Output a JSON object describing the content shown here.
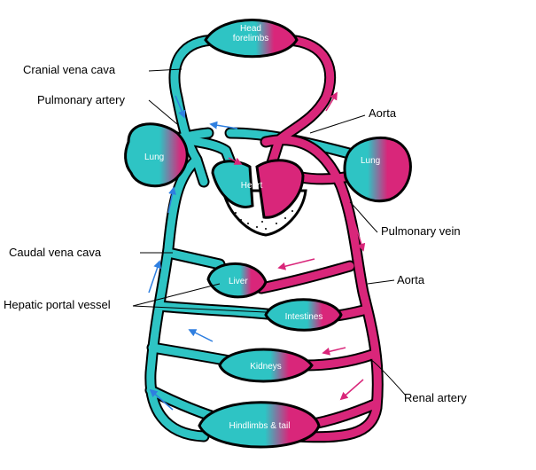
{
  "colors": {
    "deoxygenated": "#2ec4c4",
    "oxygenated": "#d9267a",
    "outline": "#000000",
    "deox_arrow": "#2f7fe0",
    "ox_arrow": "#d9267a"
  },
  "organs": {
    "head": "Head\nforelimbs",
    "lung_left": "Lung",
    "lung_right": "Lung",
    "heart": "Heart",
    "liver": "Liver",
    "intestines": "Intestines",
    "kidneys": "Kidneys",
    "hindlimbs": "Hindlimbs & tail"
  },
  "callouts": {
    "cranial_vena_cava": "Cranial vena cava",
    "pulmonary_artery": "Pulmonary artery",
    "aorta_top": "Aorta",
    "pulmonary_vein": "Pulmonary vein",
    "caudal_vena_cava": "Caudal vena cava",
    "aorta_lower": "Aorta",
    "hepatic_portal_vessel": "Hepatic portal vessel",
    "renal_artery": "Renal artery"
  }
}
